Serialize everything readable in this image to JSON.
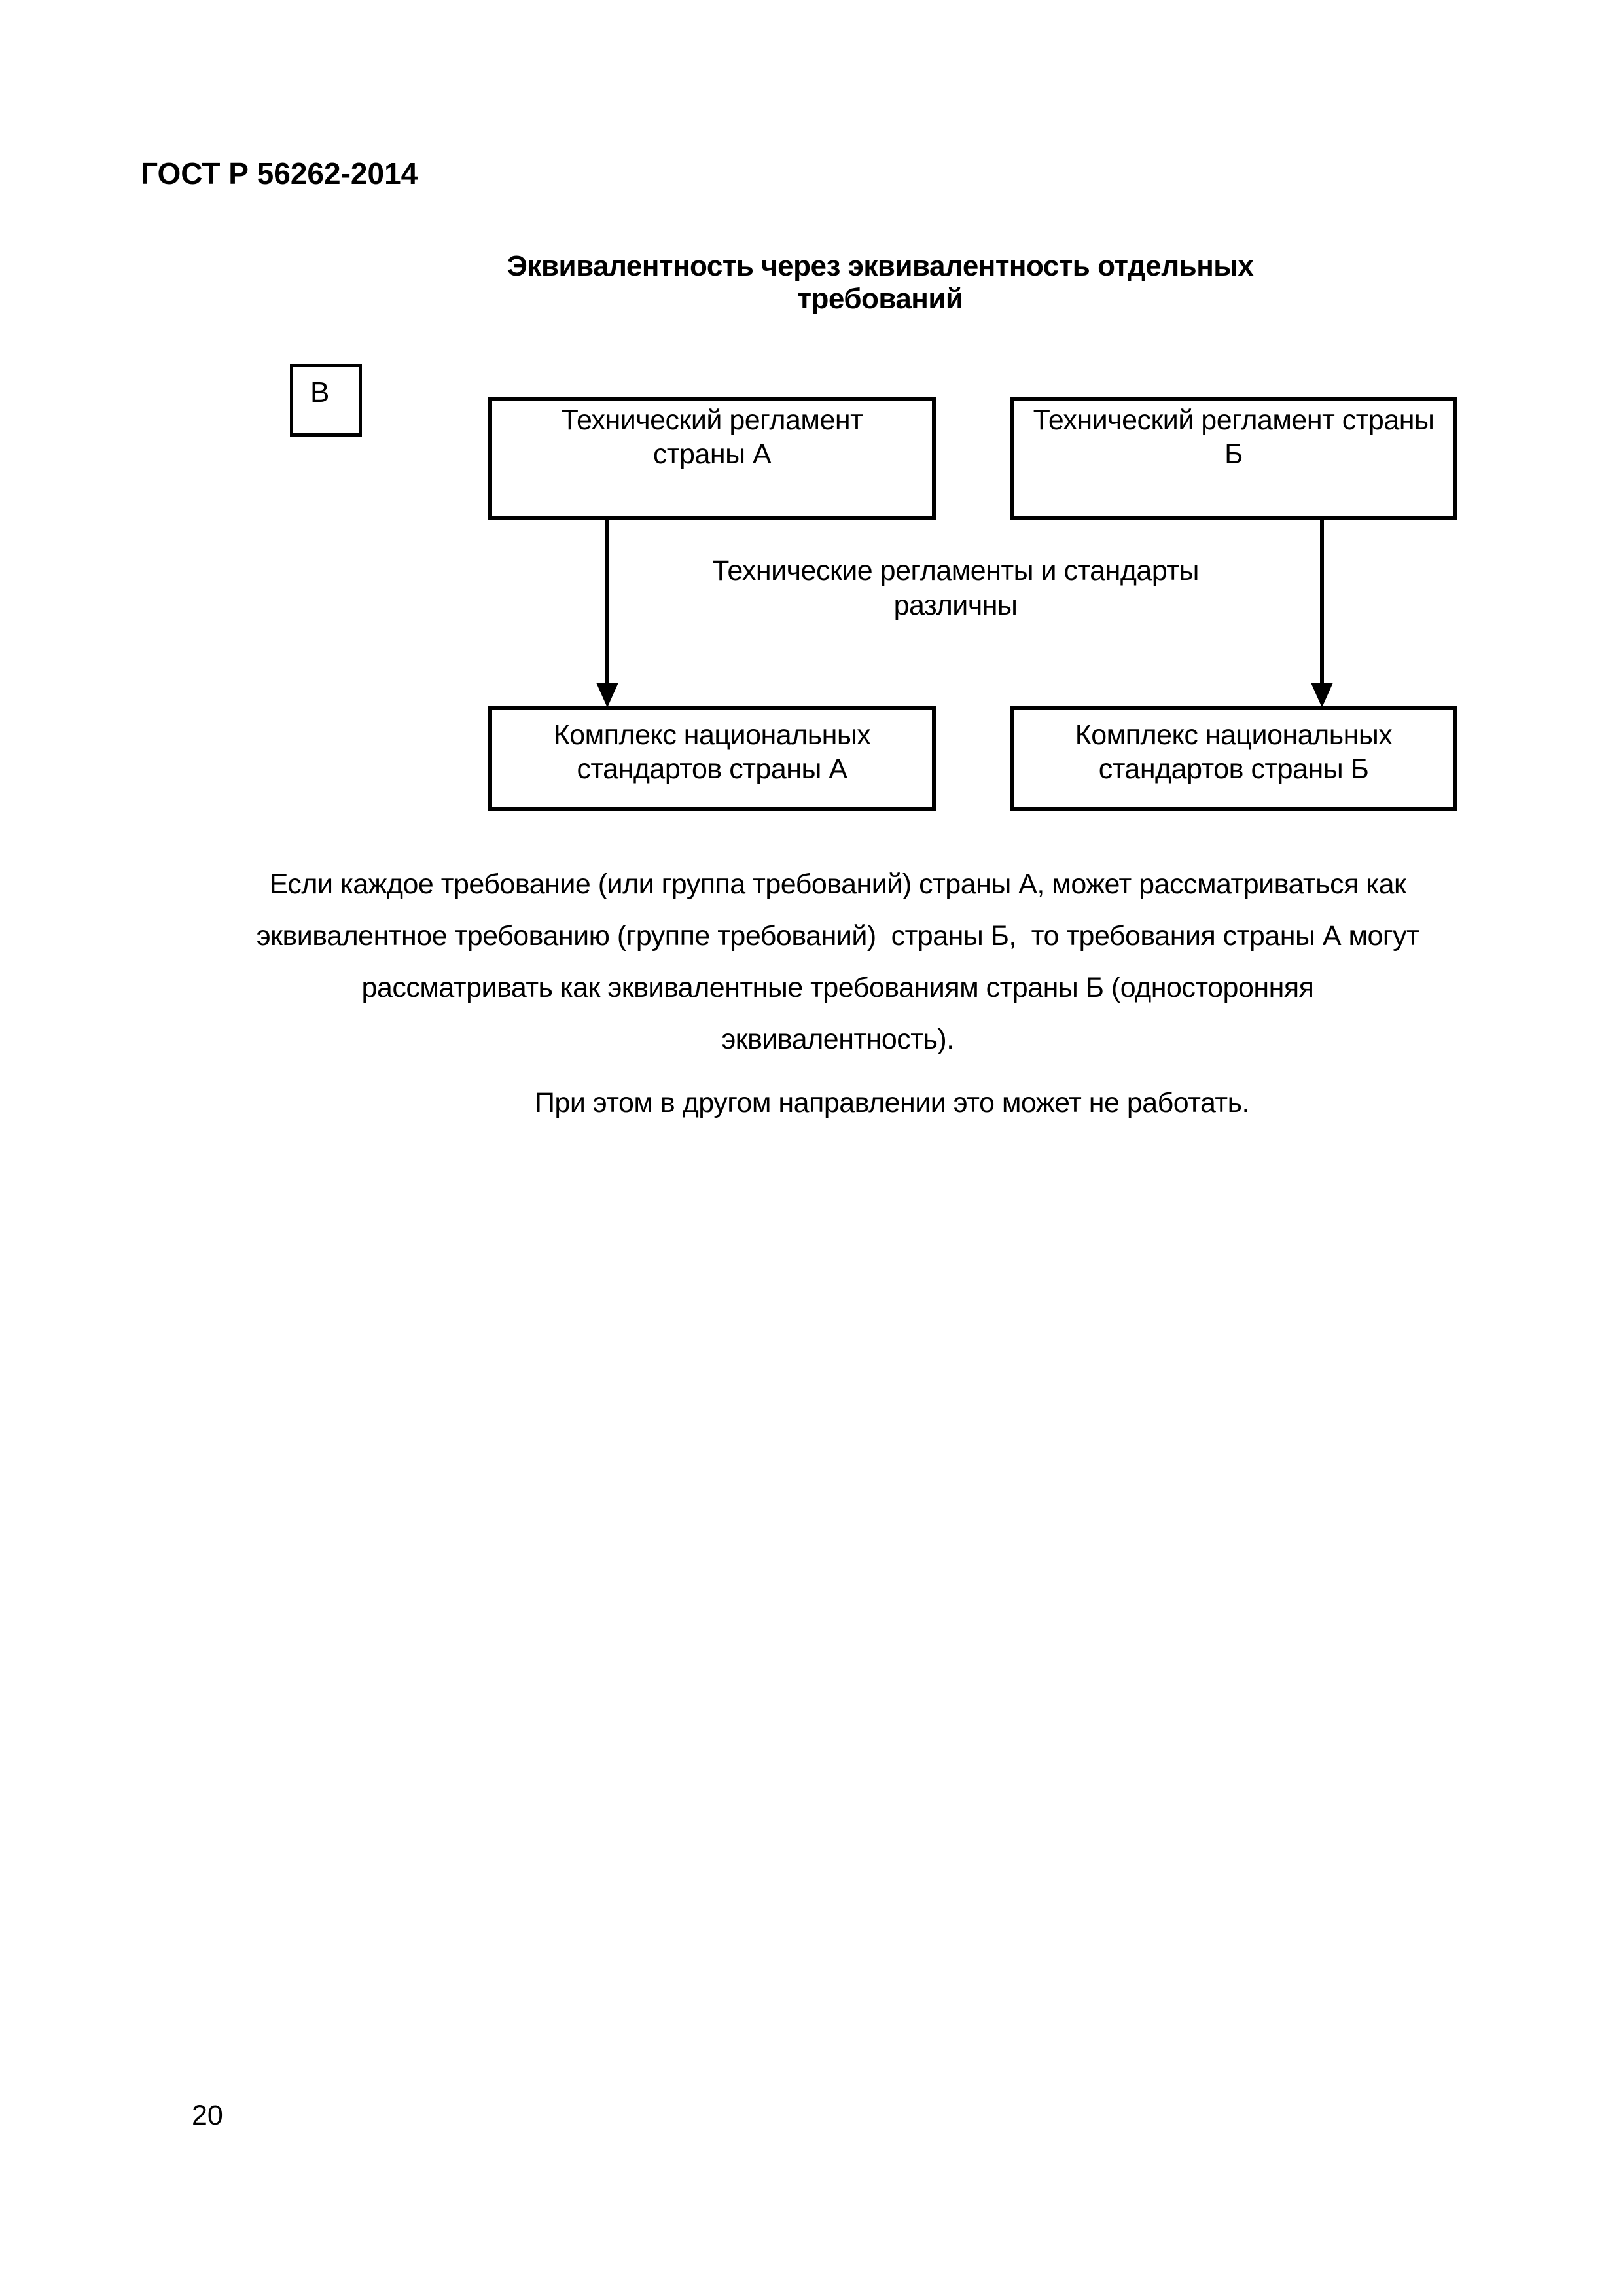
{
  "page": {
    "header": "ГОСТ Р 56262-2014",
    "page_number": "20"
  },
  "figure": {
    "title": "Эквивалентность через эквивалентность отдельных требований",
    "marker": "В",
    "boxes": {
      "top_left": {
        "line1": "Технический регламент",
        "line2": "страны А"
      },
      "top_right": {
        "line1": "Технический регламент страны",
        "line2": "Б"
      },
      "bottom_left": {
        "line1": "Комплекс национальных",
        "line2": "стандартов страны А"
      },
      "bottom_right": {
        "line1": "Комплекс национальных",
        "line2": "стандартов страны Б"
      }
    },
    "connector_label": {
      "line1": "Технические регламенты и стандарты",
      "line2": "различны"
    }
  },
  "paragraphs": {
    "p1_line1": "Если каждое требование (или группа требований) страны А, может рассматриваться как",
    "p1_line2": "эквивалентное требованию (группе требований)  страны Б,  то требования страны А могут",
    "p1_line3": "рассматривать как эквивалентные требованиям страны Б (односторонняя",
    "p1_line4": "эквивалентность).",
    "p2": "При этом в другом направлении это может не работать."
  },
  "colors": {
    "ink": "#000000",
    "paper": "#ffffff"
  }
}
